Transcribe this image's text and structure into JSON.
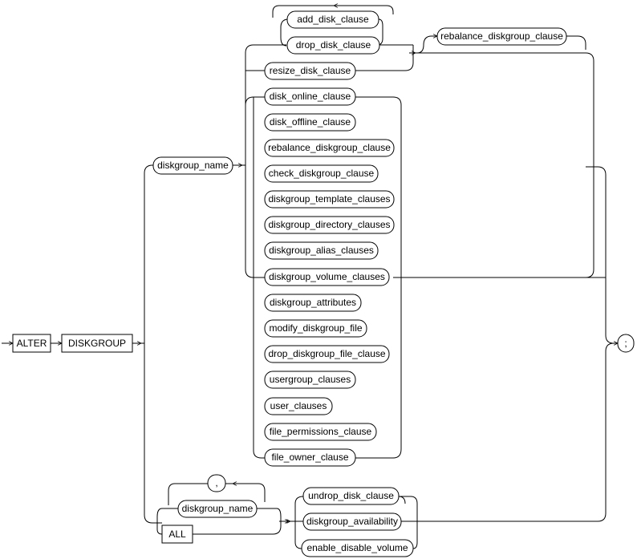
{
  "statement": {
    "keywords": [
      "ALTER",
      "DISKGROUP"
    ],
    "terminator": ";"
  },
  "disk_clauses": [
    "add_disk_clause",
    "drop_disk_clause",
    "resize_disk_clause"
  ],
  "rebalance_after_disk": "rebalance_diskgroup_clause",
  "diskgroup_name": "diskgroup_name",
  "single_clauses": [
    "disk_online_clause",
    "disk_offline_clause",
    "rebalance_diskgroup_clause",
    "check_diskgroup_clause",
    "diskgroup_template_clauses",
    "diskgroup_directory_clauses",
    "diskgroup_alias_clauses",
    "diskgroup_volume_clauses",
    "diskgroup_attributes",
    "modify_diskgroup_file",
    "drop_diskgroup_file_clause",
    "usergroup_clauses",
    "user_clauses",
    "file_permissions_clause",
    "file_owner_clause"
  ],
  "list_separator": ",",
  "list_item": "diskgroup_name",
  "all_keyword": "ALL",
  "multi_clauses": [
    "undrop_disk_clause",
    "diskgroup_availability",
    "enable_disable_volume"
  ]
}
